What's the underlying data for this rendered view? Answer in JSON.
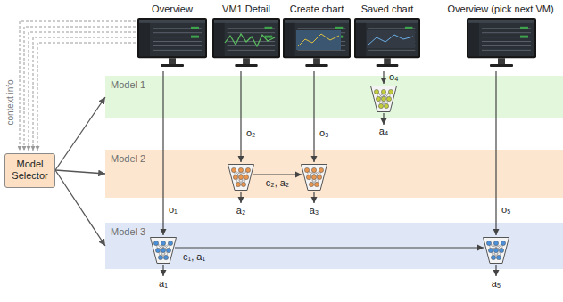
{
  "diagram": {
    "nodes": [
      {
        "text": [
          "Model 1"
        ]
      },
      {
        "text": [
          "Model 2"
        ]
      },
      {
        "text": [
          "Model 3"
        ]
      },
      {
        "text": [
          "Model Selector"
        ]
      }
    ],
    "edges": [
      {
        "from": 3,
        "to": 0,
        "arrow": "to"
      },
      {
        "from": 3,
        "to": 1,
        "arrow": "to"
      },
      {
        "from": 3,
        "to": 2,
        "arrow": "to"
      }
    ],
    "labels": [
      "Overview",
      "VM1 Detail",
      "Create chart",
      "Saved chart",
      "Overview (pick next VM)",
      "context info",
      "o₄",
      "o₂",
      "o₃",
      "a₄",
      "c₂, a₂",
      "a₂",
      "a₃",
      "o₁",
      "o₅",
      "c₁, a₁",
      "a₁",
      "a₅"
    ]
  }
}
